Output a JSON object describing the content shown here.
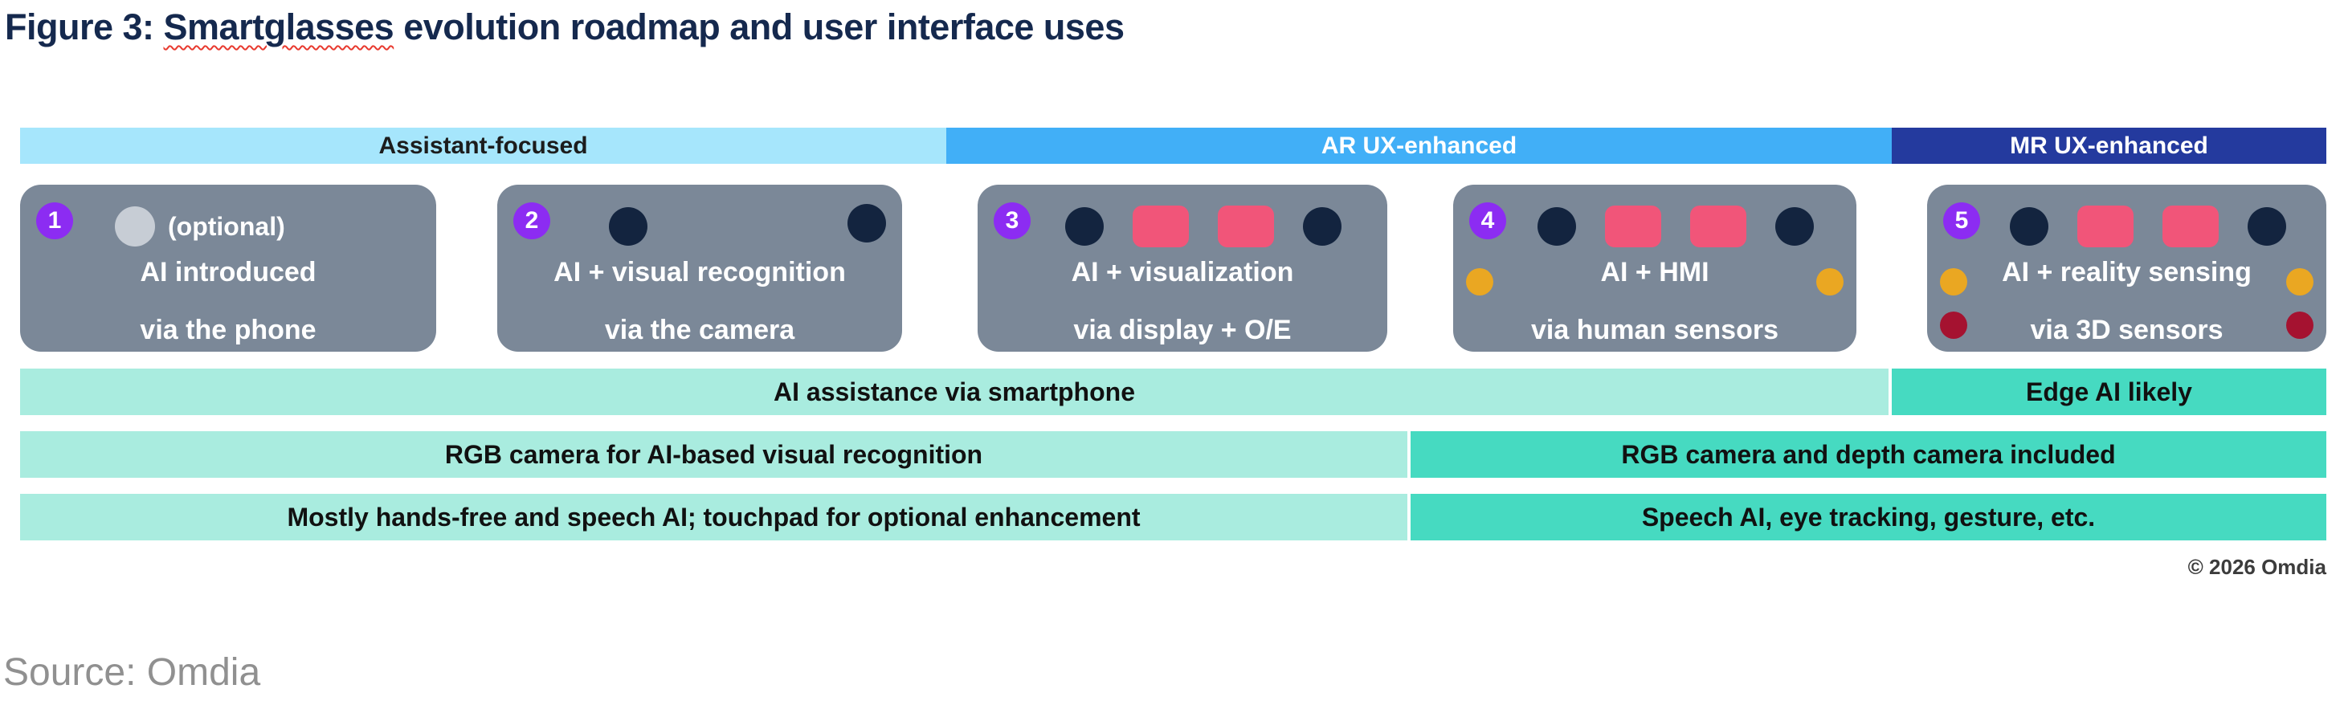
{
  "title": {
    "prefix": "Figure 3: ",
    "highlight": "Smartglasses",
    "suffix": " evolution roadmap and user interface uses"
  },
  "phases": [
    {
      "label": "Assistant-focused",
      "bg": "#a6e6fc"
    },
    {
      "label": "AR UX-enhanced",
      "bg": "#41aff7"
    },
    {
      "label": "MR UX-enhanced",
      "bg": "#243a9e"
    }
  ],
  "stages": [
    {
      "number": "1",
      "optional_label": "(optional)",
      "line1": "AI introduced",
      "line2": "via the phone",
      "icons": [
        "optional-device"
      ]
    },
    {
      "number": "2",
      "line1": "AI + visual recognition",
      "line2": "via the camera",
      "icons": [
        "camera-sensor",
        "camera-sensor"
      ]
    },
    {
      "number": "3",
      "line1": "AI + visualization",
      "line2": "via display + O/E",
      "icons": [
        "camera-sensor",
        "display-module",
        "display-module",
        "camera-sensor"
      ]
    },
    {
      "number": "4",
      "line1": "AI + HMI",
      "line2": "via human sensors",
      "icons": [
        "camera-sensor",
        "display-module",
        "display-module",
        "camera-sensor",
        "human-sensor-left",
        "human-sensor-right"
      ]
    },
    {
      "number": "5",
      "line1": "AI + reality sensing",
      "line2": "via 3D sensors",
      "icons": [
        "camera-sensor",
        "display-module",
        "display-module",
        "camera-sensor",
        "human-sensor-left",
        "human-sensor-right",
        "depth-sensor-left",
        "depth-sensor-right"
      ]
    }
  ],
  "capability_rows": [
    {
      "segments": [
        {
          "label": "AI assistance via smartphone",
          "shade": "light"
        },
        {
          "label": "Edge AI likely",
          "shade": "dark"
        }
      ]
    },
    {
      "segments": [
        {
          "label": "RGB camera for AI-based visual recognition",
          "shade": "light"
        },
        {
          "label": "RGB camera and depth camera included",
          "shade": "dark"
        }
      ]
    },
    {
      "segments": [
        {
          "label": "Mostly hands-free and speech AI; touchpad for optional enhancement",
          "shade": "light"
        },
        {
          "label": "Speech AI, eye tracking, gesture, etc.",
          "shade": "dark"
        }
      ]
    }
  ],
  "copyright": "© 2026 Omdia",
  "source": "Source: Omdia",
  "colors": {
    "title_navy": "#15294e",
    "squiggle_red": "#e8392e",
    "stage_box_gray": "#7b8898",
    "badge_purple": "#8c2cf2",
    "camera_navy": "#13243f",
    "display_pink": "#f15579",
    "human_sensor_yellow": "#eaa722",
    "depth_sensor_red": "#a51230",
    "optional_gray": "#c7cdd5",
    "teal_light": "#a9ecdf",
    "teal_dark": "#46dac1"
  }
}
